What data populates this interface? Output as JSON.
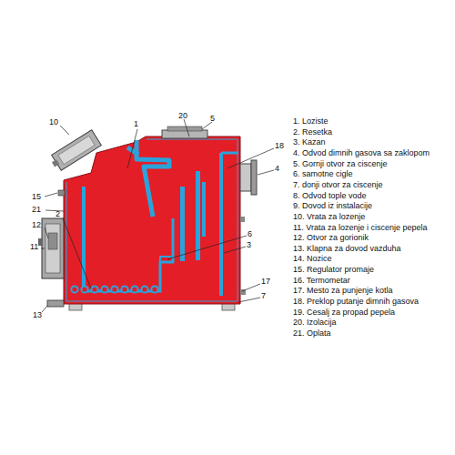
{
  "diagram": {
    "labels": [
      "10",
      "1",
      "20",
      "5",
      "18",
      "4",
      "15",
      "21",
      "12",
      "2",
      "11",
      "6",
      "3",
      "13",
      "17",
      "7",
      "1. Loziste",
      "2. Resetka",
      "3. Kazan",
      "4. Odvod dimnih gasova sa zaklopom",
      "5. Gornji otvor za ciscenje",
      "6. samotne cigle",
      "7. donji otvor za ciscenje",
      "8. Odvod tople vode",
      "9. Dovod iz instalacije",
      "10. Vrata za lozenje",
      "11. Vrata za lozenje i ciscenje pepela",
      "12. Otvor za gorionik",
      "13. Klapna za dovod vazduha",
      "14. Nozice",
      "15. Regulator promaje",
      "16. Termometar",
      "17. Mesto za punjenje kotla",
      "18. Preklop putanje dimnih gasova",
      "19. Cesalj za propad pepela",
      "20. Izolacija",
      "21. Oplata"
    ]
  }
}
